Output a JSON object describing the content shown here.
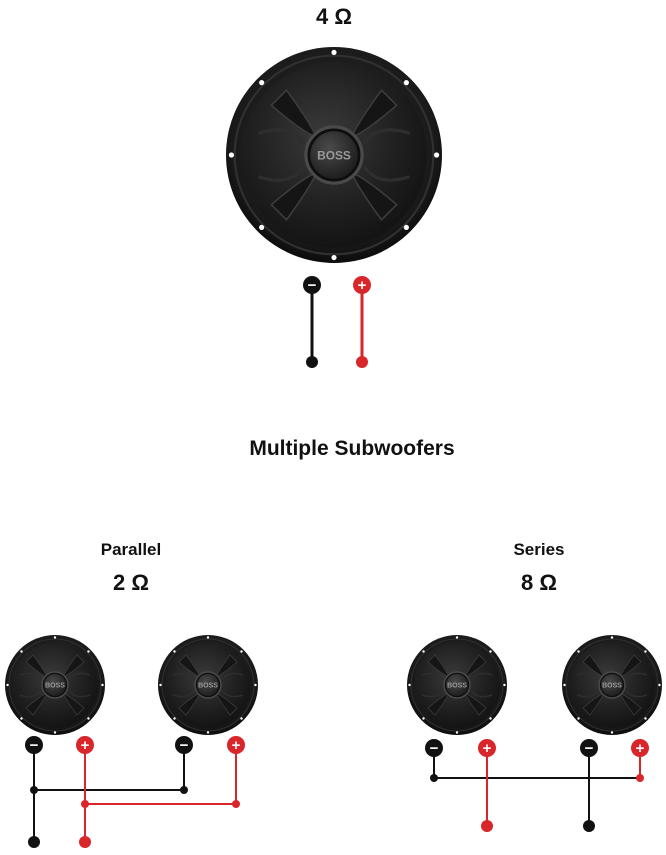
{
  "single": {
    "impedance": "4 Ω"
  },
  "heading": "Multiple Subwoofers",
  "parallel": {
    "label": "Parallel",
    "impedance": "2 Ω"
  },
  "series": {
    "label": "Series",
    "impedance": "8 Ω"
  },
  "brand": "BOSS",
  "terminals": {
    "negative": "−",
    "positive": "+"
  },
  "colors": {
    "negative": "#111111",
    "positive": "#d8262a",
    "cone": "#1e1e1e",
    "background": "#ffffff"
  }
}
